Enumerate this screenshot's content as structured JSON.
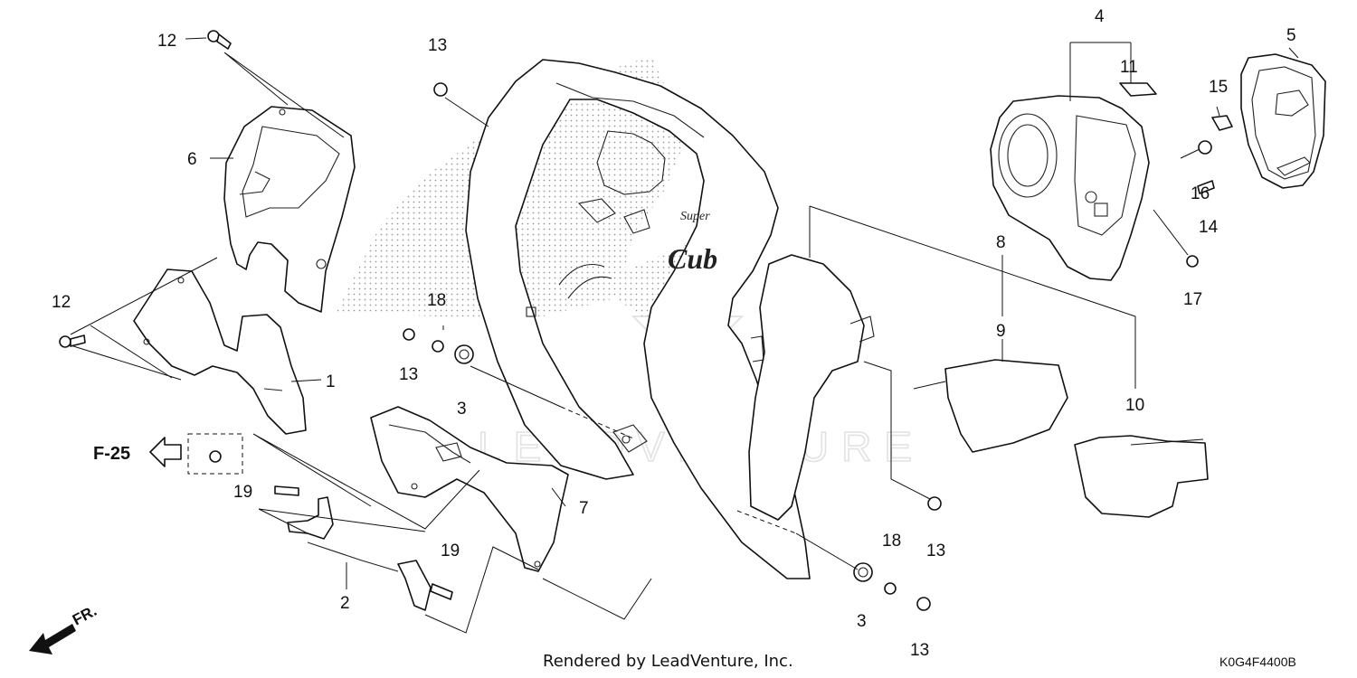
{
  "diagram": {
    "callouts": {
      "c1": "1",
      "c2": "2",
      "c3a": "3",
      "c3b": "3",
      "c4": "4",
      "c5": "5",
      "c6": "6",
      "c7": "7",
      "c8": "8",
      "c9": "9",
      "c10": "10",
      "c11": "11",
      "c12a": "12",
      "c12b": "12",
      "c13a": "13",
      "c13b": "13",
      "c13c": "13",
      "c13d": "13",
      "c14": "14",
      "c15": "15",
      "c16": "16",
      "c17": "17",
      "c18a": "18",
      "c18b": "18",
      "c19a": "19",
      "c19b": "19"
    },
    "ref_label": "F-25",
    "direction_label": "FR.",
    "model_logo_top": "Super",
    "model_logo_bottom": "Cub",
    "watermark": "LEADVENTURE",
    "footer_text": "Rendered by LeadVenture, Inc.",
    "diagram_code": "K0G4F4400B"
  }
}
